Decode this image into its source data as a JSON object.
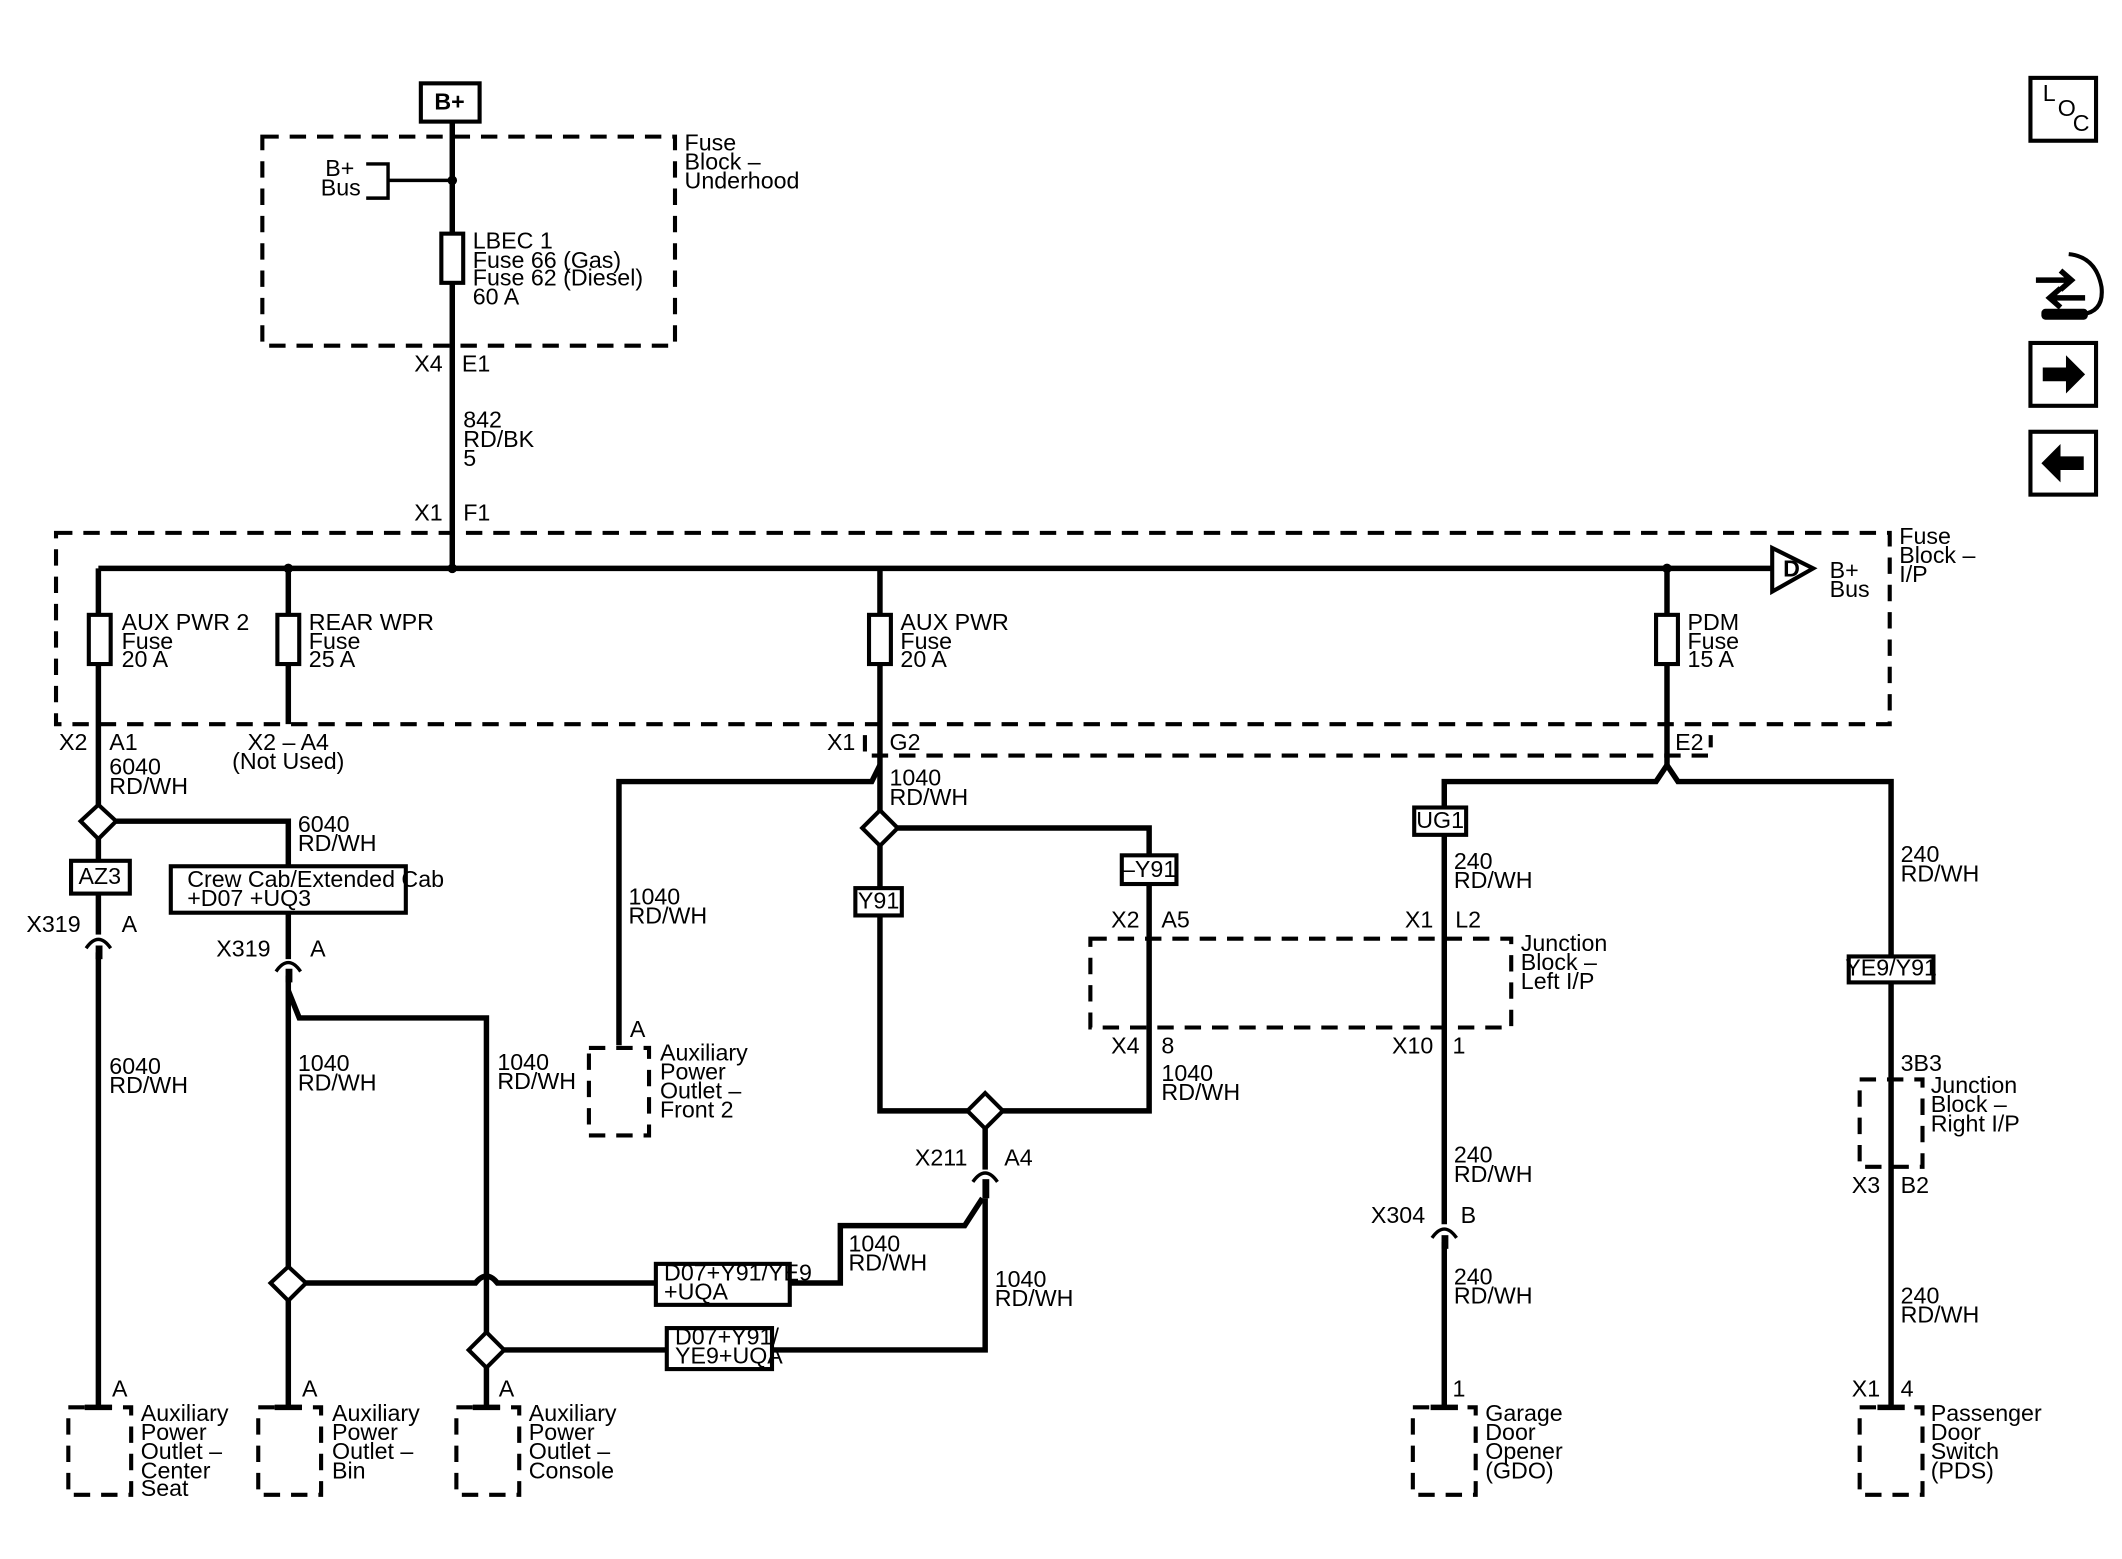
{
  "power_source": "B+",
  "fuse_block_underhood": {
    "title_lines": [
      "Fuse",
      "Block –",
      "Underhood"
    ],
    "bus_lines": [
      "B+",
      "Bus"
    ],
    "fuse_lines": [
      "LBEC 1",
      "Fuse 66 (Gas)",
      "Fuse 62 (Diesel)",
      "60 A"
    ],
    "connector": "X4",
    "pin": "E1"
  },
  "feed_wire": {
    "lines": [
      "842",
      "RD/BK",
      "5"
    ]
  },
  "fuse_block_ip": {
    "title_lines": [
      "Fuse",
      "Block –",
      "I/P"
    ],
    "connector": "X1",
    "pin": "F1",
    "bus_letter": "D",
    "bus_lines": [
      "B+",
      "Bus"
    ],
    "fuses": [
      {
        "lines": [
          "AUX PWR 2",
          "Fuse",
          "20 A"
        ]
      },
      {
        "lines": [
          "REAR WPR",
          "Fuse",
          "25 A"
        ]
      },
      {
        "lines": [
          "AUX PWR",
          "Fuse",
          "20 A"
        ]
      },
      {
        "lines": [
          "PDM",
          "Fuse",
          "15 A"
        ]
      }
    ]
  },
  "connector_labels": {
    "x2": "X2",
    "a1": "A1",
    "x2a4": "X2 – A4",
    "not_used": "(Not Used)",
    "x1": "X1",
    "g2": "G2",
    "e2": "E2",
    "x319a": "X319",
    "pin_a1": "A",
    "x319b": "X319",
    "pin_a2": "A",
    "jb_left_x2": "X2",
    "jb_left_a5": "A5",
    "jb_left_x1": "X1",
    "jb_left_l2": "L2",
    "jb_left_x4": "X4",
    "jb_left_8": "8",
    "jb_left_x10": "X10",
    "jb_left_1": "1",
    "x211": "X211",
    "a4": "A4",
    "x304": "X304",
    "b": "B",
    "jb_right_3b3": "3B3",
    "jb_right_x3": "X3",
    "jb_right_b2": "B2",
    "pds_x1": "X1",
    "pds_4": "4",
    "aux_front_a": "A",
    "center_a": "A",
    "bin_a": "A",
    "console_a": "A",
    "gdo_1": "1"
  },
  "wire_labels": [
    {
      "lines": [
        "6040",
        "RD/WH"
      ]
    },
    {
      "lines": [
        "6040",
        "RD/WH"
      ]
    },
    {
      "lines": [
        "6040",
        "RD/WH"
      ]
    },
    {
      "lines": [
        "1040",
        "RD/WH"
      ]
    },
    {
      "lines": [
        "1040",
        "RD/WH"
      ]
    },
    {
      "lines": [
        "1040",
        "RD/WH"
      ]
    },
    {
      "lines": [
        "1040",
        "RD/WH"
      ]
    },
    {
      "lines": [
        "1040",
        "RD/WH"
      ]
    },
    {
      "lines": [
        "1040",
        "RD/WH"
      ]
    },
    {
      "lines": [
        "1040",
        "RD/WH"
      ]
    },
    {
      "lines": [
        "240",
        "RD/WH"
      ]
    },
    {
      "lines": [
        "240",
        "RD/WH"
      ]
    },
    {
      "lines": [
        "240",
        "RD/WH"
      ]
    },
    {
      "lines": [
        "240",
        "RD/WH"
      ]
    },
    {
      "lines": [
        "240",
        "RD/WH"
      ]
    }
  ],
  "option_boxes": {
    "az3": "AZ3",
    "crew_cab": [
      "Crew Cab/Extended Cab",
      "+D07 +UQ3"
    ],
    "y91": "Y91",
    "minus_y91": "–Y91",
    "ug1": "UG1",
    "ye9_y91": "YE9/Y91",
    "d07_upper": [
      "D07+Y91/YE9",
      "+UQA"
    ],
    "d07_lower": [
      "D07+Y91/",
      "YE9+UQA"
    ]
  },
  "components": {
    "aux_front": [
      "Auxiliary",
      "Power",
      "Outlet –",
      "Front 2"
    ],
    "jb_left": [
      "Junction",
      "Block –",
      "Left I/P"
    ],
    "jb_right": [
      "Junction",
      "Block –",
      "Right I/P"
    ],
    "aux_center": [
      "Auxiliary",
      "Power",
      "Outlet –",
      "Center",
      "Seat"
    ],
    "aux_bin": [
      "Auxiliary",
      "Power",
      "Outlet –",
      "Bin"
    ],
    "aux_console": [
      "Auxiliary",
      "Power",
      "Outlet –",
      "Console"
    ],
    "gdo": [
      "Garage",
      "Door",
      "Opener",
      "(GDO)"
    ],
    "pds": [
      "Passenger",
      "Door",
      "Switch",
      "(PDS)"
    ]
  },
  "nav": {
    "loc_lines": [
      "L",
      "O",
      "C"
    ],
    "harness_icon": "harness-connector-icon",
    "next_icon": "arrow-right-icon",
    "prev_icon": "arrow-left-icon"
  }
}
